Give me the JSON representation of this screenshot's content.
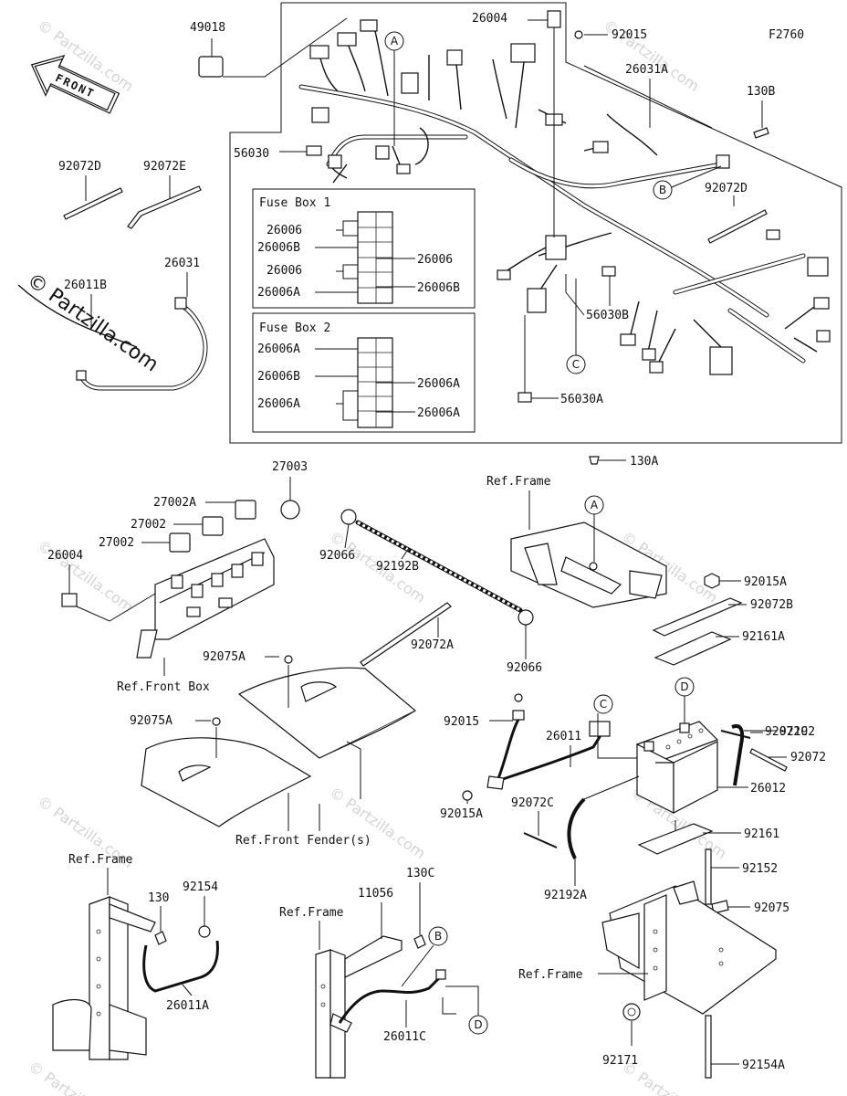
{
  "figure_code": "F2760",
  "front_arrow_label": "FRONT",
  "watermark": "© Partzilla.com",
  "fuse_box_1": {
    "title": "Fuse Box 1",
    "left_labels": [
      "26006",
      "26006B",
      "26006",
      "26006A"
    ],
    "right_labels": [
      "26006",
      "26006B"
    ]
  },
  "fuse_box_2": {
    "title": "Fuse Box 2",
    "left_labels": [
      "26006A",
      "26006B",
      "26006A"
    ],
    "right_labels": [
      "26006A",
      "26006A"
    ]
  },
  "callouts": {
    "a_top": "A",
    "b_top": "B",
    "c_top": "C",
    "a_frame": "A",
    "c_battery": "C",
    "d_battery": "D",
    "b_bottom": "B",
    "d_bottom": "D"
  },
  "part_labels": {
    "p49018": "49018",
    "p26004_top": "26004",
    "p92015_top": "92015",
    "p26031A": "26031A",
    "p130B": "130B",
    "p56030": "56030",
    "p92072D_left": "92072D",
    "p92072E": "92072E",
    "p92072D_right": "92072D",
    "p26031": "26031",
    "p26011B": "26011B",
    "p56030B": "56030B",
    "p56030A": "56030A",
    "p27003": "27003",
    "p27002A": "27002A",
    "p27002_a": "27002",
    "p27002_b": "27002",
    "p26004_mid": "26004",
    "ref_front_box": "Ref.Front Box",
    "p92066_top": "92066",
    "p92192B": "92192B",
    "p92072A": "92072A",
    "p92066_bottom": "92066",
    "ref_frame_top": "Ref.Frame",
    "p130A": "130A",
    "p92015A_top": "92015A",
    "p92072B": "92072B",
    "p92161A": "92161A",
    "p92075A_a": "92075A",
    "p92075A_b": "92075A",
    "ref_front_fenders": "Ref.Front Fender(s)",
    "p92015_mid": "92015",
    "p26011": "26011",
    "p92072C_right": "92072C",
    "p92192": "92192",
    "p92072": "92072",
    "p26012": "26012",
    "p92015A_bottom": "92015A",
    "p92072C_left": "92072C",
    "p92161": "92161",
    "p92192A": "92192A",
    "p92152": "92152",
    "p92075": "92075",
    "ref_frame_bottom_left": "Ref.Frame",
    "p130": "130",
    "p92154": "92154",
    "p26011A": "26011A",
    "p130C": "130C",
    "p11056": "11056",
    "ref_frame_bottom_mid": "Ref.Frame",
    "p26011C": "26011C",
    "ref_frame_bottom_right": "Ref.Frame",
    "p92171": "92171",
    "p92154A": "92154A"
  }
}
